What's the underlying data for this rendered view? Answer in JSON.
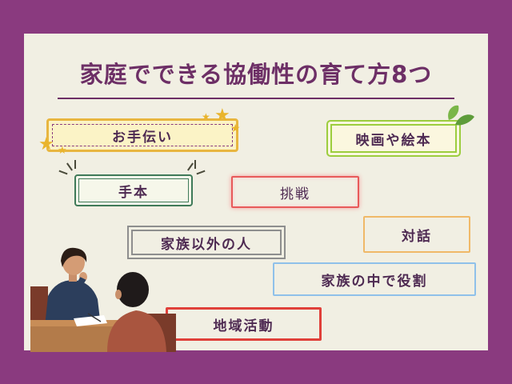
{
  "title": "家庭でできる協働性の育て方8つ",
  "tags": {
    "otetsudai": "お手伝い",
    "eiga": "映画や絵本",
    "tehon": "手本",
    "chosen": "挑戦",
    "kazokuigai": "家族以外の人",
    "taiwa": "対話",
    "yakuwari": "家族の中で役割",
    "chiiki": "地域活動"
  },
  "colors": {
    "frame": "#8a3a7f",
    "card": "#f1efe3",
    "title": "#6d2f66"
  }
}
